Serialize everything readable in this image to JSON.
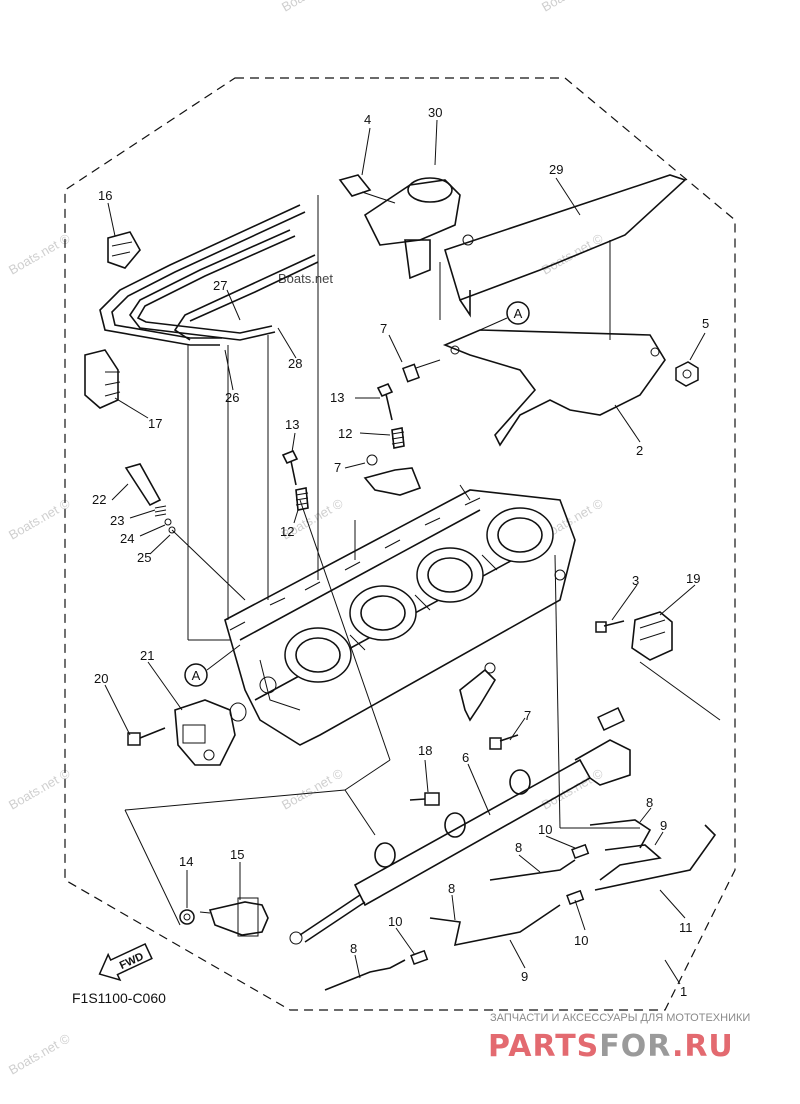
{
  "diagram_code": "F1S1100-C060",
  "fwd_label": "FWD",
  "callouts": [
    {
      "id": "c1",
      "label": "1"
    },
    {
      "id": "c2",
      "label": "2"
    },
    {
      "id": "c3",
      "label": "3"
    },
    {
      "id": "c4",
      "label": "4"
    },
    {
      "id": "c5",
      "label": "5"
    },
    {
      "id": "c6",
      "label": "6"
    },
    {
      "id": "c7a",
      "label": "7"
    },
    {
      "id": "c7b",
      "label": "7"
    },
    {
      "id": "c7c",
      "label": "7"
    },
    {
      "id": "c8a",
      "label": "8"
    },
    {
      "id": "c8b",
      "label": "8"
    },
    {
      "id": "c8c",
      "label": "8"
    },
    {
      "id": "c8d",
      "label": "8"
    },
    {
      "id": "c9a",
      "label": "9"
    },
    {
      "id": "c9b",
      "label": "9"
    },
    {
      "id": "c10a",
      "label": "10"
    },
    {
      "id": "c10b",
      "label": "10"
    },
    {
      "id": "c10c",
      "label": "10"
    },
    {
      "id": "c11",
      "label": "11"
    },
    {
      "id": "c12a",
      "label": "12"
    },
    {
      "id": "c12b",
      "label": "12"
    },
    {
      "id": "c13a",
      "label": "13"
    },
    {
      "id": "c13b",
      "label": "13"
    },
    {
      "id": "c14",
      "label": "14"
    },
    {
      "id": "c15",
      "label": "15"
    },
    {
      "id": "c16",
      "label": "16"
    },
    {
      "id": "c17",
      "label": "17"
    },
    {
      "id": "c18",
      "label": "18"
    },
    {
      "id": "c19",
      "label": "19"
    },
    {
      "id": "c20",
      "label": "20"
    },
    {
      "id": "c21",
      "label": "21"
    },
    {
      "id": "c22",
      "label": "22"
    },
    {
      "id": "c23",
      "label": "23"
    },
    {
      "id": "c24",
      "label": "24"
    },
    {
      "id": "c25",
      "label": "25"
    },
    {
      "id": "c26",
      "label": "26"
    },
    {
      "id": "c27",
      "label": "27"
    },
    {
      "id": "c28",
      "label": "28"
    },
    {
      "id": "c29",
      "label": "29"
    },
    {
      "id": "c30",
      "label": "30"
    },
    {
      "id": "refA1",
      "label": "A"
    },
    {
      "id": "refA2",
      "label": "A"
    }
  ],
  "watermark": "Boats.net ©",
  "watermark_inline": "Boats.net",
  "brand": {
    "tagline": "ЗАПЧАСТИ И АКСЕССУАРЫ ДЛЯ МОТОТЕХНИКИ",
    "name_part1": "PARTS",
    "name_part2": "FOR",
    "name_part3": ".RU",
    "color_primary": "#e36a70",
    "color_secondary": "#9a9a9a"
  }
}
